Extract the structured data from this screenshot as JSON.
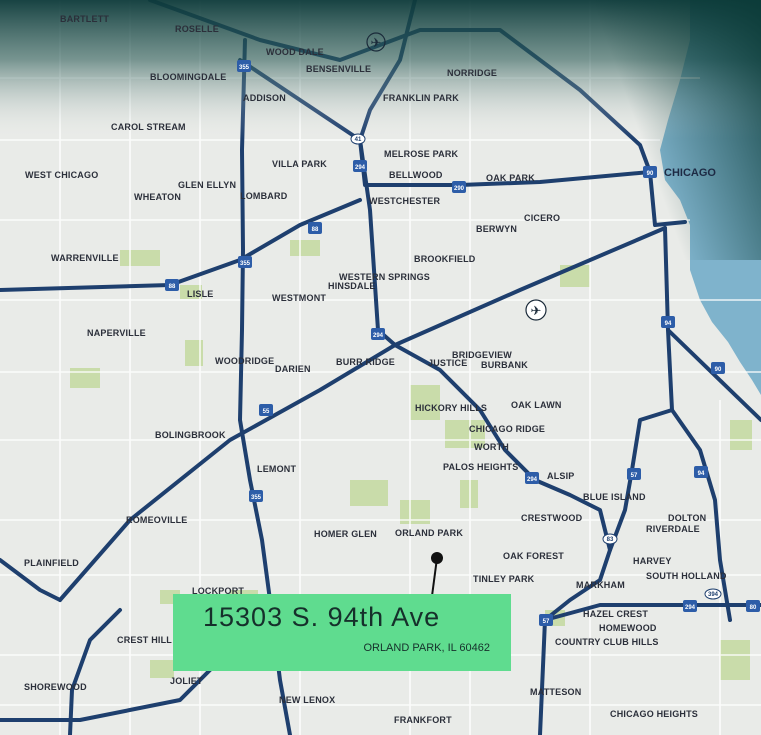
{
  "address": {
    "street": "15303 S. 94th Ave",
    "city": "ORLAND PARK, IL 60462"
  },
  "places": {
    "bartlett": "BARTLETT",
    "roselle": "ROSELLE",
    "wood_dale": "WOOD DALE",
    "bensenville": "BENSENVILLE",
    "norridge": "NORRIDGE",
    "bloomingdale": "BLOOMINGDALE",
    "addison": "ADDISON",
    "franklin_park": "FRANKLIN PARK",
    "carol_stream": "CAROL STREAM",
    "melrose_park": "MELROSE PARK",
    "villa_park": "VILLA PARK",
    "chicago": "CHICAGO",
    "west_chicago": "WEST CHICAGO",
    "bellwood": "BELLWOOD",
    "oak_park": "OAK PARK",
    "glen_ellyn": "GLEN ELLYN",
    "wheaton": "WHEATON",
    "lombard": "LOMBARD",
    "westchester": "WESTCHESTER",
    "cicero": "CICERO",
    "berwyn": "BERWYN",
    "warrenville": "WARRENVILLE",
    "brookfield": "BROOKFIELD",
    "western_springs": "WESTERN SPRINGS",
    "hinsdale": "HINSDALE",
    "lisle": "LISLE",
    "westmont": "WESTMONT",
    "naperville": "NAPERVILLE",
    "bridgeview": "BRIDGEVIEW",
    "woodridge": "WOODRIDGE",
    "darien": "DARIEN",
    "burr_ridge": "BURR RIDGE",
    "justice": "JUSTICE",
    "burbank": "BURBANK",
    "hickory_hills": "HICKORY HILLS",
    "oak_lawn": "OAK LAWN",
    "bolingbrook": "BOLINGBROOK",
    "chicago_ridge": "CHICAGO RIDGE",
    "worth": "WORTH",
    "lemont": "LEMONT",
    "palos_heights": "PALOS HEIGHTS",
    "alsip": "ALSIP",
    "blue_island": "BLUE ISLAND",
    "romeoville": "ROMEOVILLE",
    "crestwood": "CRESTWOOD",
    "dolton": "DOLTON",
    "riverdale": "RIVERDALE",
    "homer_glen": "HOMER GLEN",
    "orland_park": "ORLAND PARK",
    "plainfield": "PLAINFIELD",
    "oak_forest": "OAK FOREST",
    "harvey": "HARVEY",
    "south_holland": "SOUTH HOLLAND",
    "tinley_park": "TINLEY PARK",
    "markham": "MARKHAM",
    "lockport": "LOCKPORT",
    "hazel_crest": "HAZEL CREST",
    "homewood": "HOMEWOOD",
    "crest_hill": "CREST HILL",
    "country_club_hills": "COUNTRY CLUB HILLS",
    "joliet": "JOLIET",
    "shorewood": "SHOREWOOD",
    "new_lenox": "NEW LENOX",
    "matteson": "MATTESON",
    "frankfort": "FRANKFORT",
    "chicago_heights": "CHICAGO HEIGHTS"
  },
  "shields": {
    "i290": "290",
    "i90_top": "90",
    "i355_top": "355",
    "i294_top": "294",
    "i88": "88",
    "i355_mid": "355",
    "i88_west": "88",
    "i294_mid": "294",
    "i94": "94",
    "i90": "90",
    "i55": "55",
    "i355_south": "355",
    "i294_south": "294",
    "i57": "57",
    "i94_south": "94",
    "i57_south": "57",
    "i294_east": "294",
    "i80": "80",
    "us41": "41",
    "il83": "83",
    "il394": "394"
  },
  "colors": {
    "highway": "#1e3f6e",
    "callout": "#5fdc8f",
    "lake": "#7fb3cc",
    "park": "#c9dcaa",
    "shield_blue": "#2d5da8",
    "shield_red": "#c0392b"
  }
}
